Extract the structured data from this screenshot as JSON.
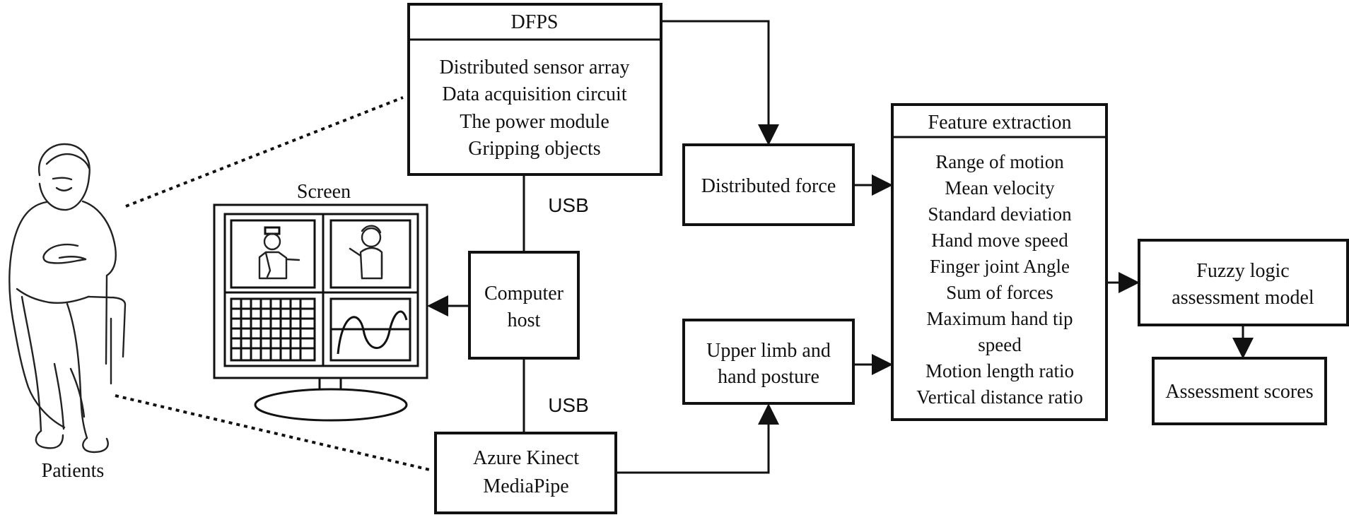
{
  "dfps": {
    "title": "DFPS",
    "items": [
      "Distributed sensor array",
      "Data acquisition circuit",
      "The power module",
      "Gripping objects"
    ]
  },
  "screen_label": "Screen",
  "patients_label": "Patients",
  "usb_top": "USB",
  "usb_bottom": "USB",
  "computer_host": [
    "Computer",
    "host"
  ],
  "azure": [
    "Azure Kinect",
    "MediaPipe"
  ],
  "distributed_force": "Distributed force",
  "upper_limb": [
    "Upper limb and",
    "hand posture"
  ],
  "feature_extraction": {
    "title": "Feature extraction",
    "items": [
      "Range of motion",
      "Mean velocity",
      "Standard deviation",
      "Hand move speed",
      "Finger joint Angle",
      "Sum of forces",
      "Maximum hand tip",
      "speed",
      "Motion length ratio",
      "Vertical distance ratio"
    ]
  },
  "fuzzy_model": [
    "Fuzzy logic",
    "assessment model"
  ],
  "assessment_scores": "Assessment scores",
  "icons": {
    "patient": "seated-person-sketch-icon",
    "monitor": "monitor-icon",
    "doctor": "doctor-cartoon-icon",
    "boy": "boy-cartoon-icon",
    "grid": "grid-pattern-icon",
    "wave": "sine-wave-icon"
  }
}
